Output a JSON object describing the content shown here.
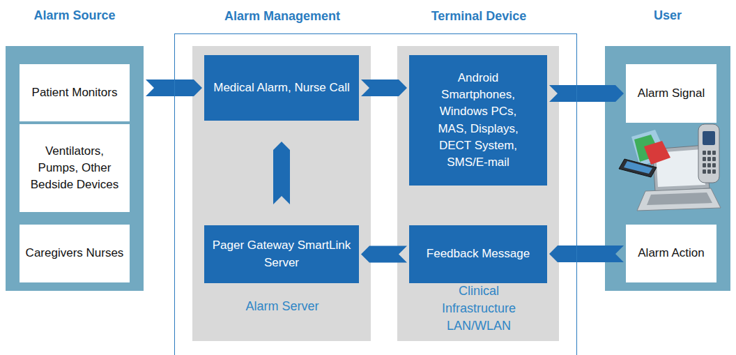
{
  "diagram": {
    "nodes": [
      {
        "text": [
          "Alarm Source"
        ]
      },
      {
        "text": [
          "Patient Monitors"
        ],
        "in": 0
      },
      {
        "text": [
          "Ventilators, Pumps, Other Bedside Devices"
        ],
        "in": 0
      },
      {
        "text": [
          "Caregivers Nurses"
        ],
        "in": 0
      },
      {
        "text": [
          "Alarm Management",
          "Terminal Device"
        ]
      },
      {
        "text": [
          "Alarm Server"
        ],
        "in": 4
      },
      {
        "text": [
          "Medical Alarm, Nurse Call"
        ],
        "in": 5
      },
      {
        "text": [
          "Pager Gateway SmartLink Server"
        ],
        "in": 5
      },
      {
        "text": [
          "Clinical Infrastructure LAN/WLAN"
        ],
        "in": 4
      },
      {
        "text": [
          "Android Smartphones, Windows PCs, MAS, Displays, DECT System, SMS/E-mail"
        ],
        "in": 8
      },
      {
        "text": [
          "Feedback Message"
        ],
        "in": 8
      },
      {
        "text": [
          "User"
        ]
      },
      {
        "text": [
          "Alarm Signal"
        ],
        "in": 11
      },
      {
        "text": [
          "Alarm Action"
        ],
        "in": 11
      }
    ],
    "edges": [
      {
        "from": 0,
        "to": 6,
        "arrow": "to"
      },
      {
        "from": 6,
        "to": 9,
        "arrow": "to"
      },
      {
        "from": 9,
        "to": 12,
        "arrow": "to"
      },
      {
        "from": 13,
        "to": 10,
        "arrow": "to"
      },
      {
        "from": 10,
        "to": 7,
        "arrow": "to"
      },
      {
        "from": 7,
        "to": 6,
        "arrow": "to"
      }
    ]
  }
}
